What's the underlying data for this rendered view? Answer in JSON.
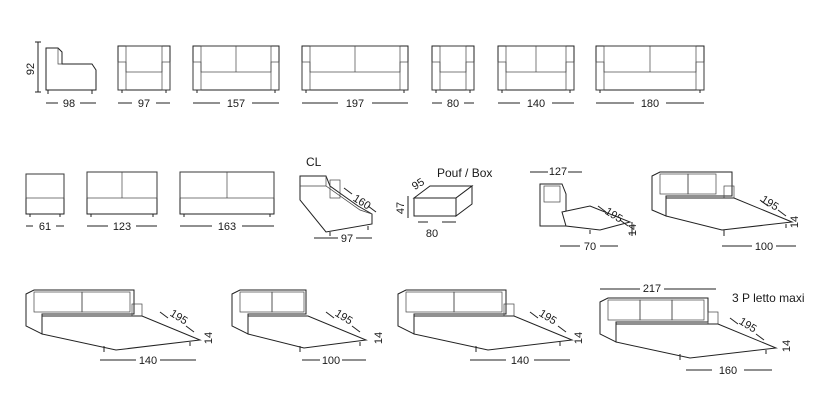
{
  "row1": {
    "height_label": "92",
    "widths": [
      "98",
      "97",
      "157",
      "197",
      "80",
      "140",
      "180"
    ]
  },
  "row2": {
    "widths": [
      "61",
      "123",
      "163"
    ],
    "cl": {
      "label": "CL",
      "length": "160",
      "width": "97"
    },
    "pouf": {
      "label": "Pouf / Box",
      "depth": "95",
      "height": "47",
      "width": "80"
    },
    "bed_small": {
      "top": "127",
      "length": "195",
      "height": "14",
      "width": "70"
    },
    "bed_100": {
      "length": "195",
      "height": "14",
      "width": "100"
    }
  },
  "row3": {
    "bed_140a": {
      "length": "195",
      "height": "14",
      "width": "140"
    },
    "bed_100": {
      "length": "195",
      "height": "14",
      "width": "100"
    },
    "bed_140b": {
      "length": "195",
      "height": "14",
      "width": "140"
    },
    "maxi": {
      "label": "3 P letto maxi",
      "top": "217",
      "length": "195",
      "height": "14",
      "width": "160"
    }
  }
}
